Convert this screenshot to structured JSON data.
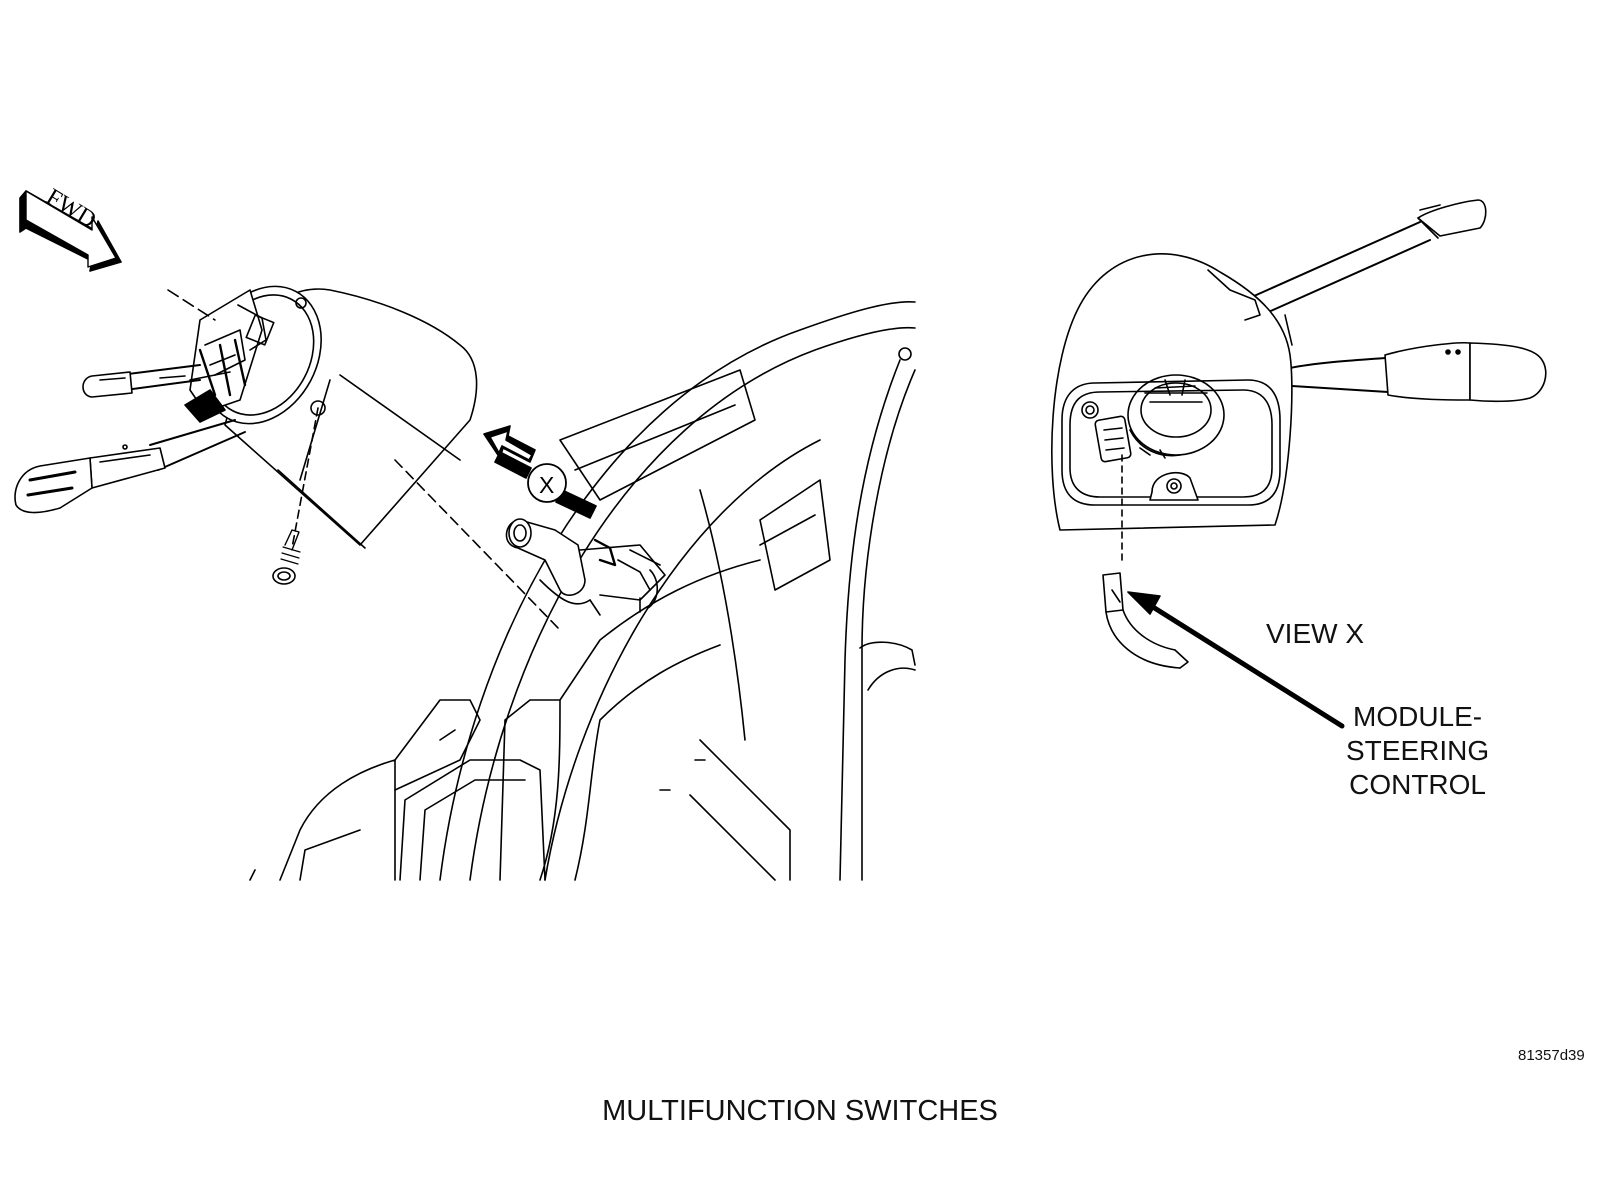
{
  "labels": {
    "fwd": "FWD",
    "view_marker": "X",
    "view_x": "VIEW X",
    "module": [
      "MODULE-",
      "STEERING",
      "CONTROL"
    ],
    "figure_id": "81357d39",
    "title": "MULTIFUNCTION SWITCHES"
  }
}
